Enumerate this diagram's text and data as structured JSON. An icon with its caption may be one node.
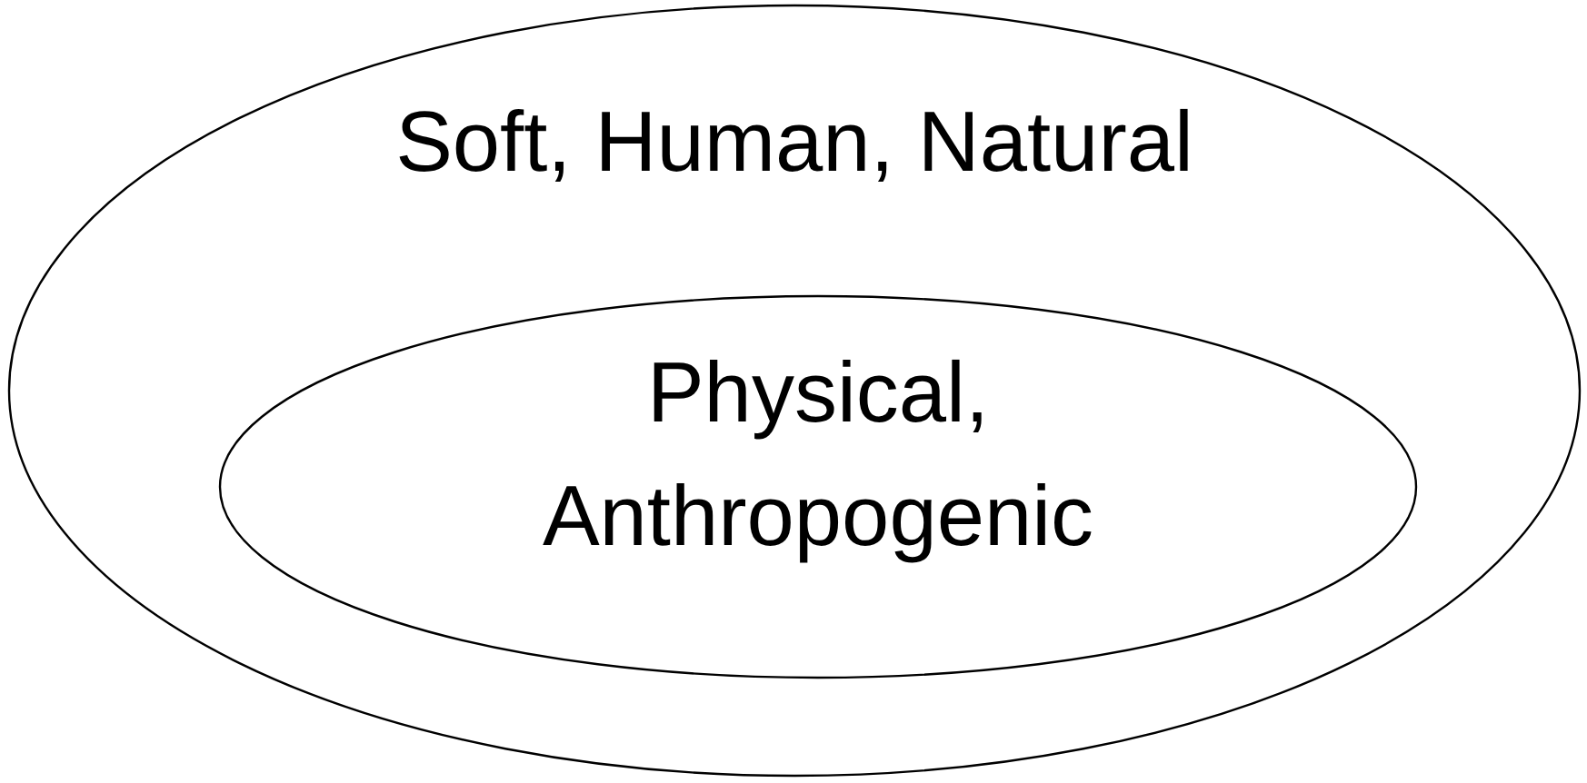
{
  "diagram": {
    "nodes": [
      {
        "text": [
          "Soft, Human, Natural"
        ]
      },
      {
        "text": [
          "Physical, Anthropogenic"
        ],
        "in": 0
      }
    ]
  }
}
